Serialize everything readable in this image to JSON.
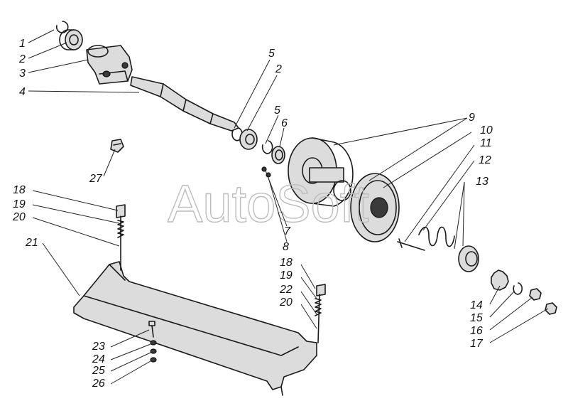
{
  "watermark": "AutoSoft",
  "labels": [
    {
      "id": "c1",
      "text": "1"
    },
    {
      "id": "c2a",
      "text": "2"
    },
    {
      "id": "c3",
      "text": "3"
    },
    {
      "id": "c4",
      "text": "4"
    },
    {
      "id": "c5a",
      "text": "5"
    },
    {
      "id": "c2b",
      "text": "2"
    },
    {
      "id": "c5b",
      "text": "5"
    },
    {
      "id": "c6",
      "text": "6"
    },
    {
      "id": "c9",
      "text": "9"
    },
    {
      "id": "c10",
      "text": "10"
    },
    {
      "id": "c11",
      "text": "11"
    },
    {
      "id": "c12",
      "text": "12"
    },
    {
      "id": "c13",
      "text": "13"
    },
    {
      "id": "c27",
      "text": "27"
    },
    {
      "id": "c7",
      "text": "7"
    },
    {
      "id": "c8",
      "text": "8"
    },
    {
      "id": "c18a",
      "text": "18"
    },
    {
      "id": "c19a",
      "text": "19"
    },
    {
      "id": "c20a",
      "text": "20"
    },
    {
      "id": "c21",
      "text": "21"
    },
    {
      "id": "c18b",
      "text": "18"
    },
    {
      "id": "c19b",
      "text": "19"
    },
    {
      "id": "c22",
      "text": "22"
    },
    {
      "id": "c20b",
      "text": "20"
    },
    {
      "id": "c14",
      "text": "14"
    },
    {
      "id": "c15",
      "text": "15"
    },
    {
      "id": "c16",
      "text": "16"
    },
    {
      "id": "c17",
      "text": "17"
    },
    {
      "id": "c23",
      "text": "23"
    },
    {
      "id": "c24",
      "text": "24"
    },
    {
      "id": "c25",
      "text": "25"
    },
    {
      "id": "c26",
      "text": "26"
    }
  ]
}
